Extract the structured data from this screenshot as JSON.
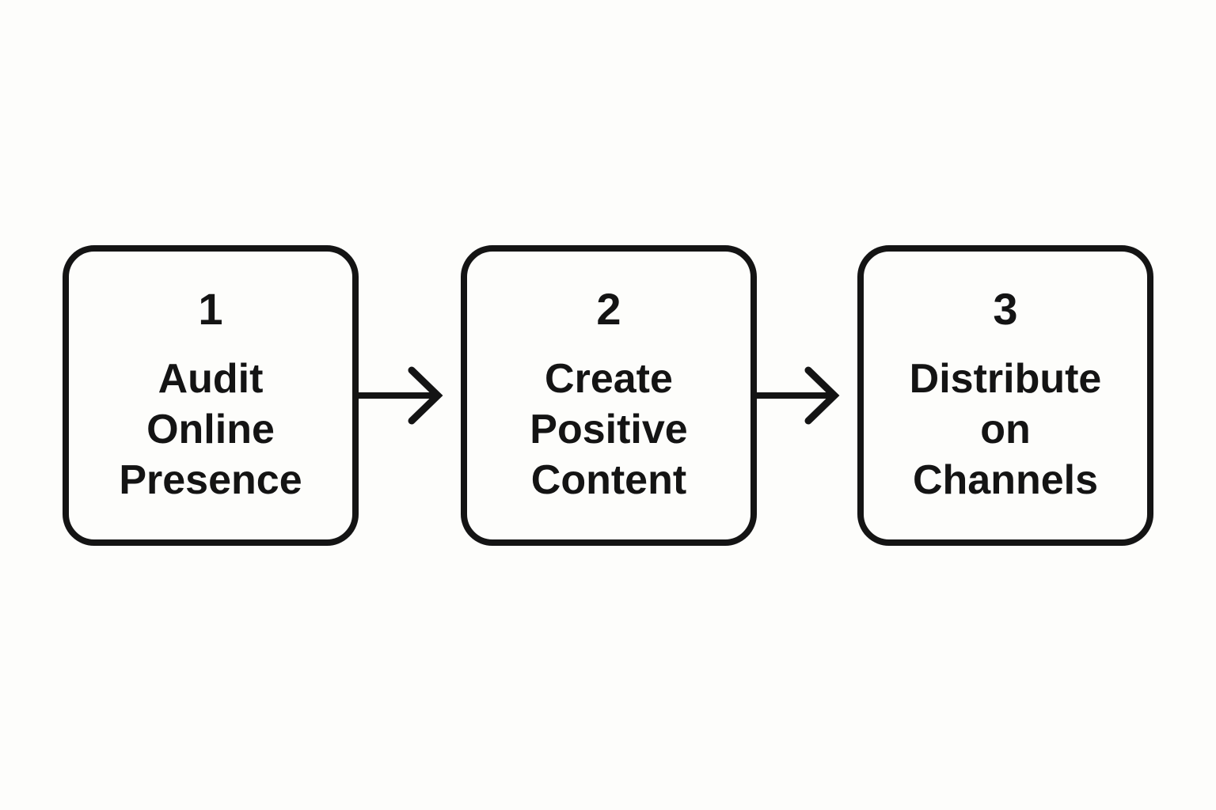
{
  "colors": {
    "background": "#FDFDFB",
    "stroke": "#141414",
    "text": "#141414"
  },
  "diagram": {
    "type": "flowchart",
    "direction": "left-to-right",
    "steps": [
      {
        "number": "1",
        "label": "Audit Online Presence",
        "lines": [
          "Audit",
          "Online",
          "Presence"
        ]
      },
      {
        "number": "2",
        "label": "Create Positive Content",
        "lines": [
          "Create",
          "Positive",
          "Content"
        ]
      },
      {
        "number": "3",
        "label": "Distribute on Channels",
        "lines": [
          "Distribute",
          "on",
          "Channels"
        ]
      }
    ],
    "connectors": [
      {
        "from": "1",
        "to": "2",
        "style": "arrow-right"
      },
      {
        "from": "2",
        "to": "3",
        "style": "arrow-right"
      }
    ]
  }
}
